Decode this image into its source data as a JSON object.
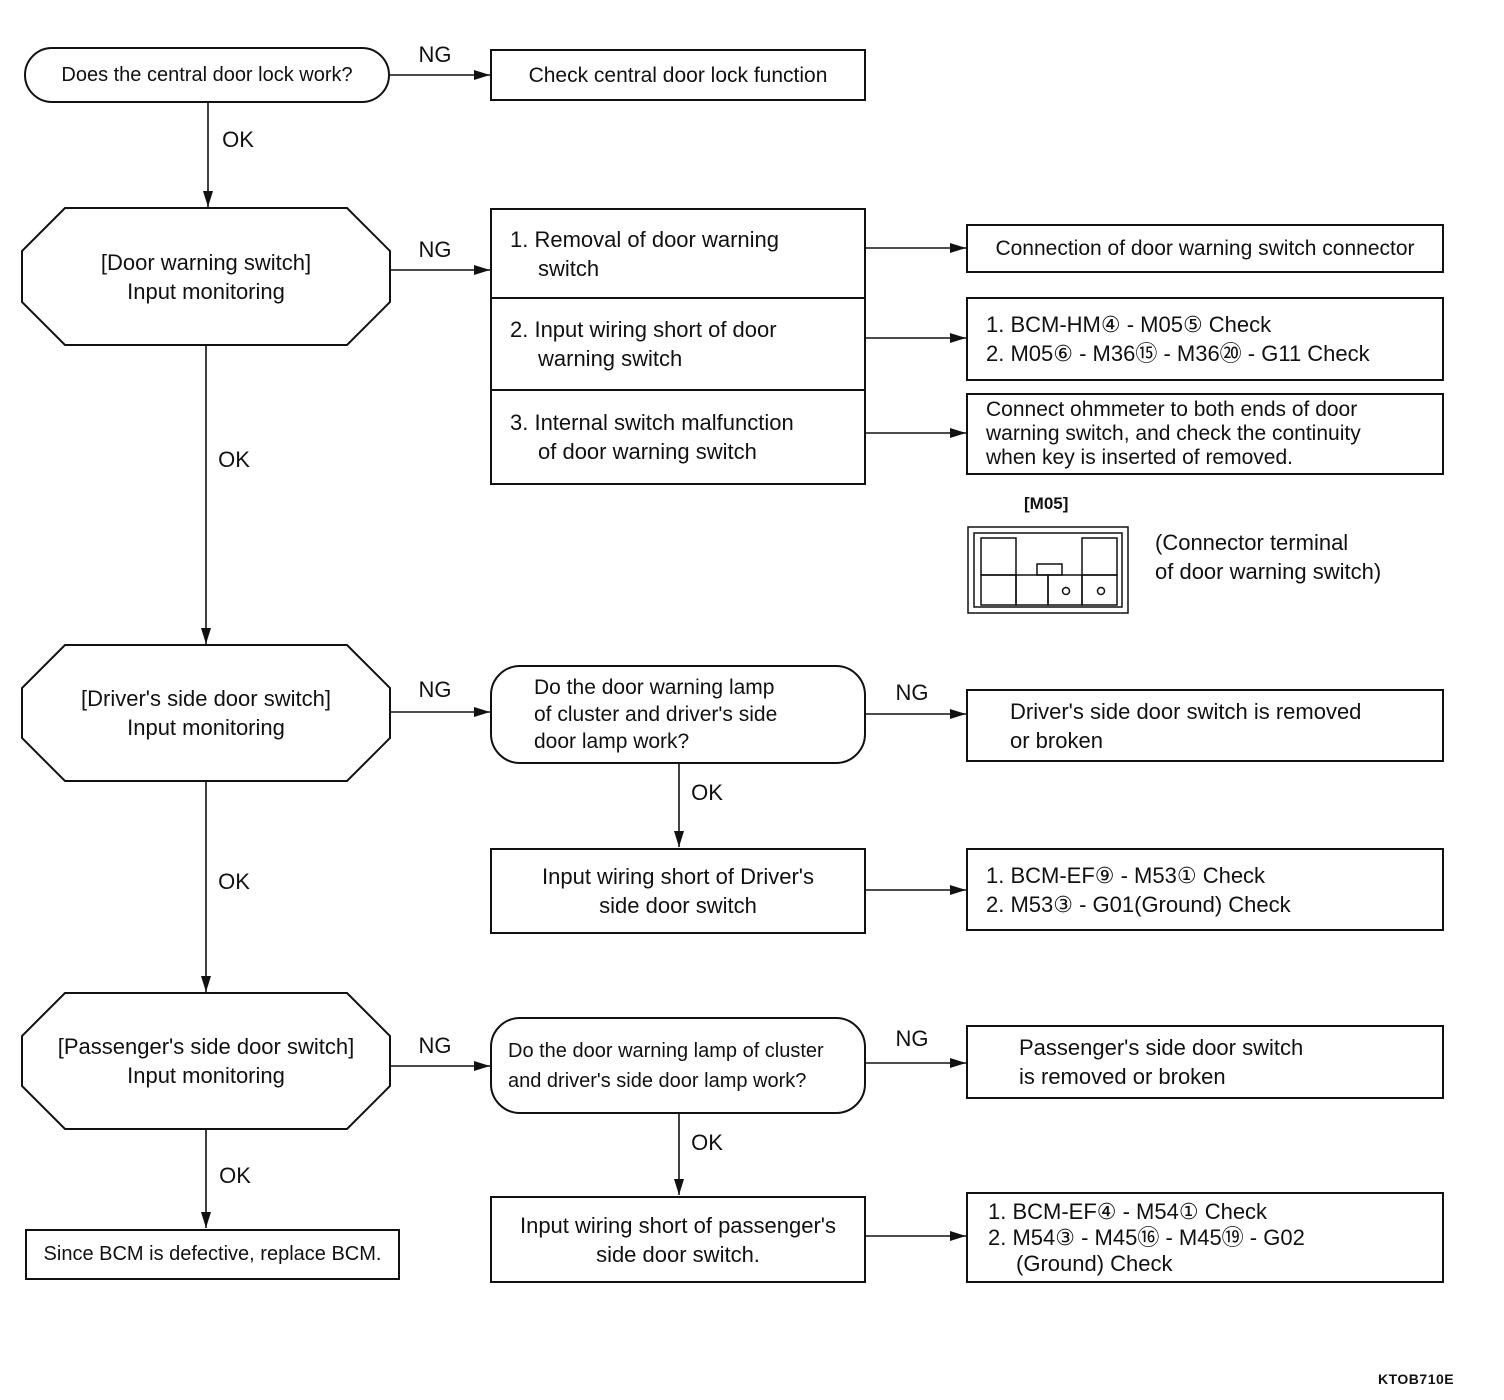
{
  "flowchart": {
    "start_question": "Does the central door lock work?",
    "start_ng_action": "Check central door lock function",
    "final_action": "Since BCM is defective, replace BCM."
  },
  "labels": {
    "ng": "NG",
    "ok": "OK"
  },
  "door_warning_switch": {
    "title": "[Door warning switch]",
    "subtitle": "Input monitoring",
    "causes": [
      {
        "lines": [
          "1. Removal of door warning",
          "switch"
        ]
      },
      {
        "lines": [
          "2. Input wiring short of door",
          "warning switch"
        ]
      },
      {
        "lines": [
          "3. Internal switch malfunction",
          "of door warning switch"
        ]
      }
    ],
    "actions": [
      {
        "lines": [
          "Connection of door warning switch connector"
        ]
      },
      {
        "lines": [
          "1. BCM-HM④ - M05⑤  Check",
          "2. M05⑥ - M36⑮ - M36⑳ - G11 Check"
        ]
      },
      {
        "lines": [
          "Connect ohmmeter to both ends of door",
          "warning switch, and check the continuity",
          "when key is inserted of removed."
        ]
      }
    ],
    "connector": {
      "label": "[M05]",
      "caption": [
        "(Connector terminal",
        "of door warning switch)"
      ]
    }
  },
  "drivers_side_door_switch": {
    "title": "[Driver's side door switch]",
    "subtitle": "Input monitoring",
    "question": [
      "Do the door warning lamp",
      "of cluster and driver's side",
      "door lamp work?"
    ],
    "ng_result": [
      "Driver's side door switch is removed",
      "or broken"
    ],
    "ok_cause": [
      "Input wiring short of Driver's",
      "side door switch"
    ],
    "ok_action": [
      "1. BCM-EF⑨ - M53① Check",
      "2. M53③ - G01(Ground) Check"
    ]
  },
  "passengers_side_door_switch": {
    "title": "[Passenger's side door switch]",
    "subtitle": "Input monitoring",
    "question": [
      "Do the door warning lamp of cluster",
      "and driver's side door lamp work?"
    ],
    "ng_result": [
      "Passenger's side door switch",
      "is removed or broken"
    ],
    "ok_cause": [
      "Input wiring short of passenger's",
      "side door switch."
    ],
    "ok_action": [
      "1. BCM-EF④ - M54① Check",
      "2. M54③ - M45⑯ - M45⑲ - G02",
      "(Ground) Check"
    ]
  },
  "figure_code": "KTOB710E"
}
